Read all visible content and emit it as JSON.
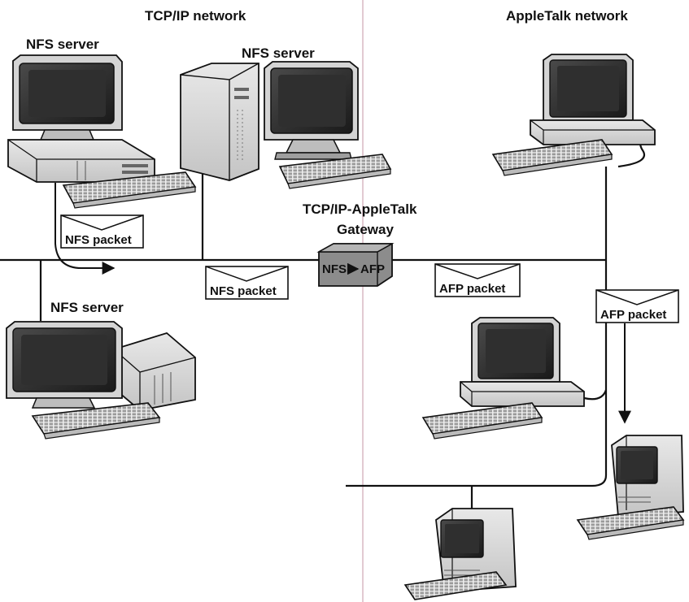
{
  "networks": {
    "tcpip": "TCP/IP network",
    "appletalk": "AppleTalk network"
  },
  "servers": {
    "top_left": "NFS server",
    "top_center": "NFS server",
    "bottom_left": "NFS server"
  },
  "gateway": {
    "title_line1": "TCP/IP-AppleTalk",
    "title_line2": "Gateway",
    "from_protocol": "NFS",
    "to_protocol": "AFP"
  },
  "packets": {
    "nfs_upper": "NFS packet",
    "nfs_lower": "NFS packet",
    "afp_middle": "AFP packet",
    "afp_right": "AFP packet"
  },
  "colors": {
    "line": "#111111",
    "screen": "#2a2a2a",
    "monitor_body": "#d9d9d9",
    "gateway_box": "#8c8c8c",
    "divider": "#d9b8c4"
  }
}
